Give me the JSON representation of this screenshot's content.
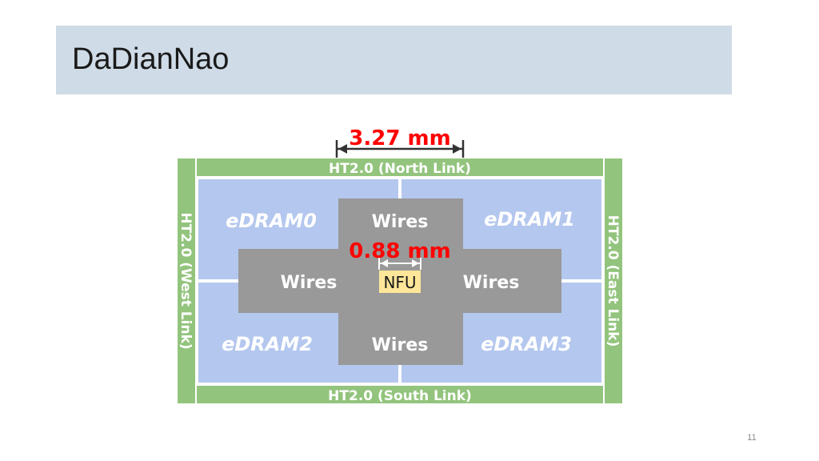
{
  "slide": {
    "title": "DaDianNao",
    "page_number": "11"
  },
  "diagram": {
    "dimension_outer": "3.27 mm",
    "dimension_inner": "0.88 mm",
    "links": {
      "north": "HT2.0 (North Link)",
      "south": "HT2.0 (South Link)",
      "west": "HT2.0 (West Link)",
      "east": "HT2.0 (East Link)"
    },
    "edram": [
      "eDRAM0",
      "eDRAM1",
      "eDRAM2",
      "eDRAM3"
    ],
    "wires": {
      "top": "Wires",
      "left": "Wires",
      "right": "Wires",
      "bottom": "Wires"
    },
    "nfu": "NFU",
    "colors": {
      "link_green": "#93c47d",
      "edram_blue": "#b4c7ee",
      "wires_gray": "#999999",
      "nfu_yellow": "#ffe699",
      "dimension_red": "#ff0000"
    }
  }
}
